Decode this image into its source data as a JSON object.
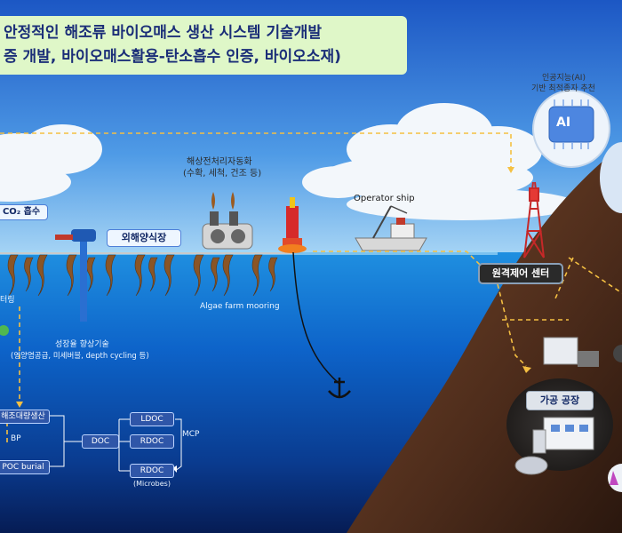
{
  "title": {
    "line1": "안정적인 해조류 바이오매스 생산 시스템 기술개발",
    "line2": "증 개발, 바이오매스활용-탄소흡수 인증, 바이오소재)"
  },
  "labels": {
    "ai": "인공지능(AI)",
    "ai_sub": "기반 최적종자 추천",
    "auto": "해상전처리자동화",
    "auto_sub": "(수확, 세척, 건조 등)",
    "operator_ship": "Operator ship",
    "co2": "CO₂ 흡수",
    "farm": "외해양식장",
    "remote_center": "원격제어 센터",
    "mooring": "Algae farm mooring",
    "growth": "성장율 향상기술",
    "growth_sub": "(영양염공급, 미세버블, depth cycling 등)",
    "partial_left": "터링",
    "factory": "가공 공장"
  },
  "carbon_flow": {
    "top_box": "해조대량생산",
    "bp": "BP",
    "poc": "POC burial",
    "doc": "DOC",
    "ldoc": "LDOC",
    "rdoc1": "RDOC",
    "rdoc2": "RDOC",
    "mcp": "MCP",
    "microbes": "(Microbes)"
  },
  "icons": {
    "ai_chip": "AI",
    "anchor": "anchor-icon",
    "buoy": "buoy-icon",
    "tower": "radio-tower-icon",
    "factory": "factory-icon",
    "flask": "flask-icon"
  },
  "colors": {
    "sky_top": "#1c57c4",
    "sea": "#0d63c9",
    "deep_sea": "#061c54",
    "land": "#5a3420",
    "title_bg": "#dff7c8",
    "title_text": "#1b2e78",
    "flow_dash": "#f5c042"
  }
}
